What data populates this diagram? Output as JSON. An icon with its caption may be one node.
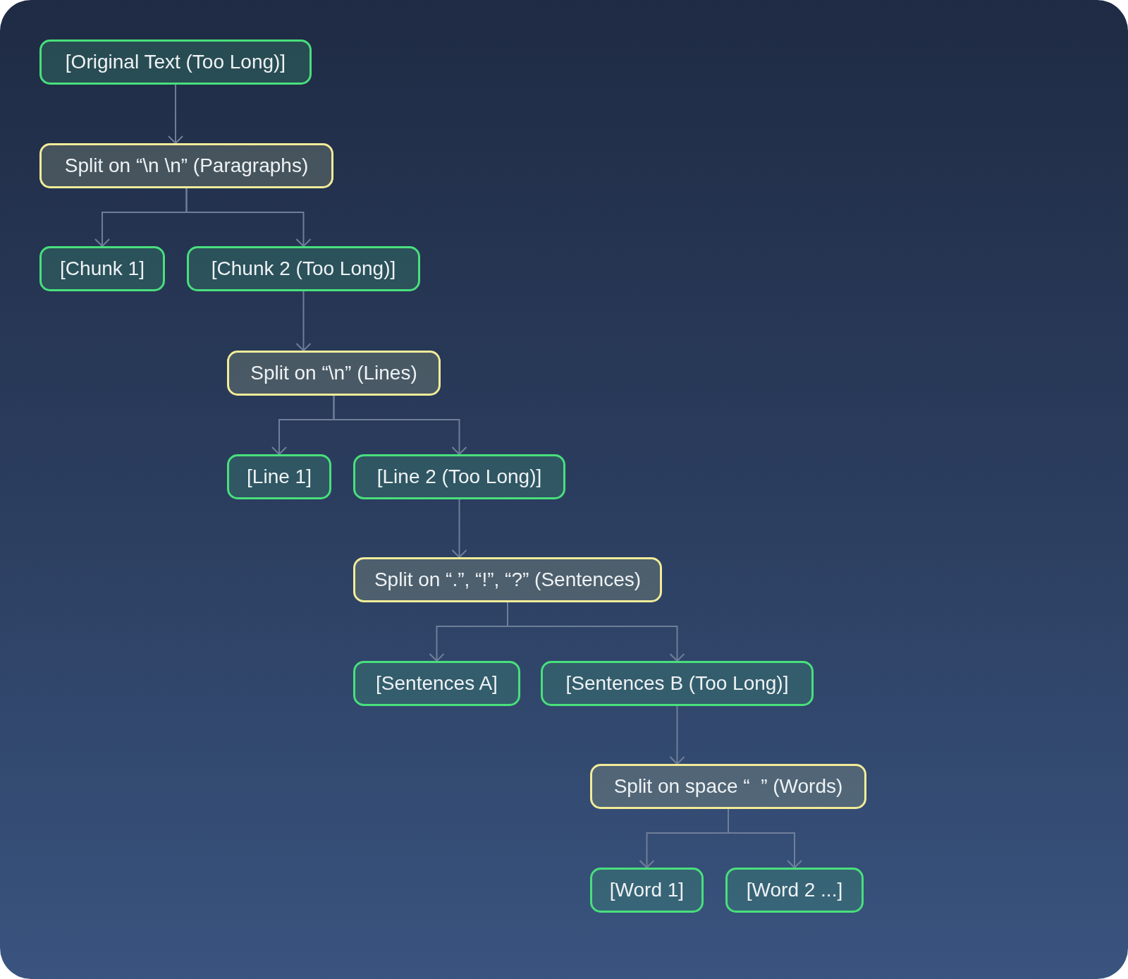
{
  "diagram": {
    "nodes": [
      {
        "text": [
          "[Original Text (Too Long)]"
        ]
      },
      {
        "text": [
          "Split on “\\n \\n” (Paragraphs)"
        ]
      },
      {
        "text": [
          "[Chunk 1]"
        ]
      },
      {
        "text": [
          "[Chunk 2 (Too Long)]"
        ]
      },
      {
        "text": [
          "Split on “\\n” (Lines)"
        ]
      },
      {
        "text": [
          "[Line 1]"
        ]
      },
      {
        "text": [
          "[Line 2 (Too Long)]"
        ]
      },
      {
        "text": [
          "Split on “.”, “!”, “?” (Sentences)"
        ]
      },
      {
        "text": [
          "[Sentences A]"
        ]
      },
      {
        "text": [
          "[Sentences B (Too Long)]"
        ]
      },
      {
        "text": [
          "Split on space “  ” (Words)"
        ]
      },
      {
        "text": [
          "[Word 1]"
        ]
      },
      {
        "text": [
          "[Word 2 ...]"
        ]
      }
    ],
    "edges": [
      {
        "from": 0,
        "to": 1,
        "arrow": "to"
      },
      {
        "from": 1,
        "to": 2,
        "arrow": "to"
      },
      {
        "from": 1,
        "to": 3,
        "arrow": "to"
      },
      {
        "from": 3,
        "to": 4,
        "arrow": "to"
      },
      {
        "from": 4,
        "to": 5,
        "arrow": "to"
      },
      {
        "from": 4,
        "to": 6,
        "arrow": "to"
      },
      {
        "from": 6,
        "to": 7,
        "arrow": "to"
      },
      {
        "from": 7,
        "to": 8,
        "arrow": "to"
      },
      {
        "from": 7,
        "to": 9,
        "arrow": "to"
      },
      {
        "from": 9,
        "to": 10,
        "arrow": "to"
      },
      {
        "from": 10,
        "to": 11,
        "arrow": "to"
      },
      {
        "from": 10,
        "to": 12,
        "arrow": "to"
      }
    ]
  }
}
